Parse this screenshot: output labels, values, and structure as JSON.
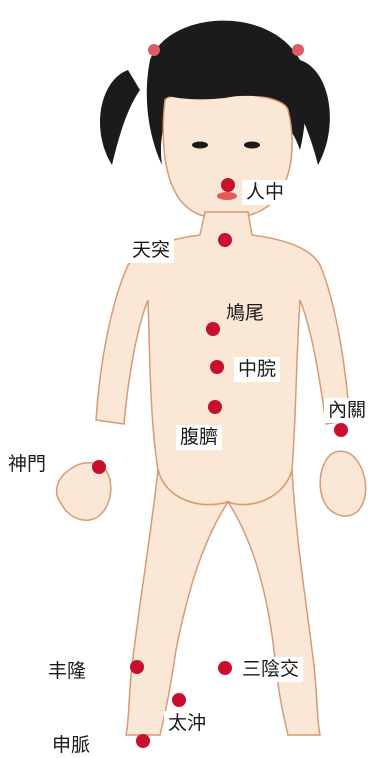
{
  "acupoints": [
    {
      "id": "renzhong",
      "label": "人中"
    },
    {
      "id": "tiantu",
      "label": "天突"
    },
    {
      "id": "jiuwei",
      "label": "鳩尾"
    },
    {
      "id": "zhongwan",
      "label": "中脘"
    },
    {
      "id": "neiguan",
      "label": "內關"
    },
    {
      "id": "fuqi",
      "label": "腹臍"
    },
    {
      "id": "shenmen",
      "label": "神門"
    },
    {
      "id": "fenglong",
      "label": "丰隆"
    },
    {
      "id": "sanyinjiao",
      "label": "三陰交"
    },
    {
      "id": "taichong",
      "label": "太沖"
    },
    {
      "id": "shenmai",
      "label": "申脈"
    }
  ],
  "colors": {
    "point": "#c8102e",
    "skin": "#fbe7d6",
    "outline": "#d79a74",
    "hair": "#1b1b1b",
    "ribbon": "#e05a6a"
  }
}
